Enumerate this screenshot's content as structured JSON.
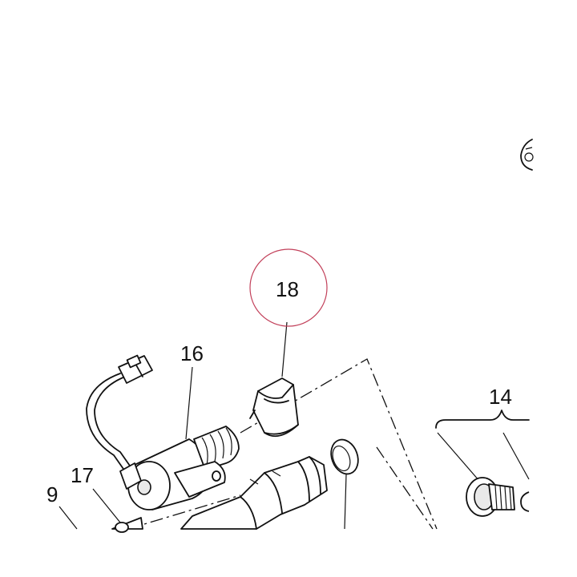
{
  "diagram": {
    "callouts": {
      "c18": "18",
      "c16": "16",
      "c14": "14",
      "c17": "17",
      "c9": "9"
    },
    "highlight_color": "#c2405a",
    "line_color": "#111111"
  }
}
